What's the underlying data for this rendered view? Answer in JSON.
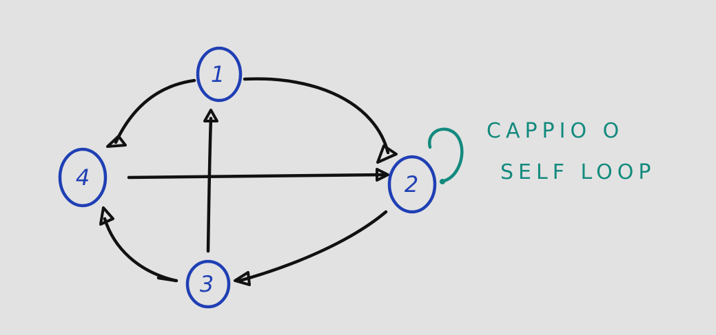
{
  "diagram": {
    "colors": {
      "background": "#e2e2e2",
      "node_ink": "#1f3fb4",
      "edge_ink": "#111111",
      "note_ink": "#138a7e"
    },
    "nodes": [
      {
        "id": "n1",
        "label": "1"
      },
      {
        "id": "n2",
        "label": "2"
      },
      {
        "id": "n3",
        "label": "3"
      },
      {
        "id": "n4",
        "label": "4"
      }
    ],
    "edges": [
      {
        "from": "1",
        "to": "2",
        "kind": "curved"
      },
      {
        "from": "1",
        "to": "4",
        "kind": "curved"
      },
      {
        "from": "3",
        "to": "1",
        "kind": "straight"
      },
      {
        "from": "4",
        "to": "2",
        "kind": "straight"
      },
      {
        "from": "2",
        "to": "3",
        "kind": "curved"
      },
      {
        "from": "3",
        "to": "4",
        "kind": "curved"
      },
      {
        "from": "2",
        "to": "2",
        "kind": "self-loop"
      }
    ],
    "annotation": {
      "line1": "CAPPIO O",
      "line2": "SELF LOOP"
    }
  }
}
